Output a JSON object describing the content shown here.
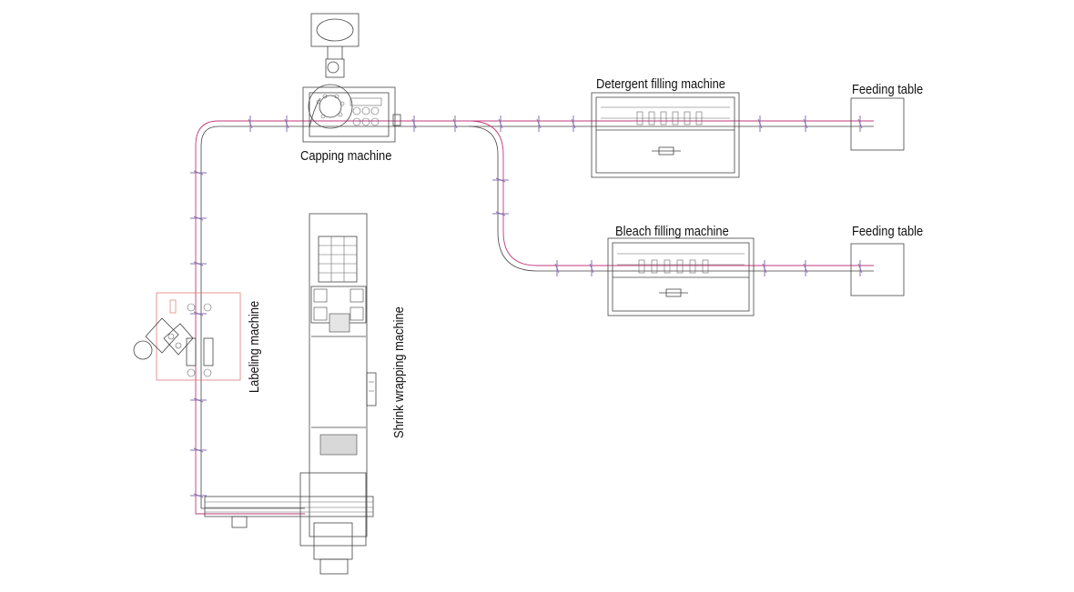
{
  "labels": {
    "detergent_filling": "Detergent filling machine",
    "feeding_table_top": "Feeding table",
    "bleach_filling": "Bleach filling machine",
    "feeding_table_bottom": "Feeding table",
    "capping": "Capping machine",
    "labeling": "Labeling machine",
    "shrink_wrapping": "Shrink  wrapping machine"
  },
  "colors": {
    "line": "#444444",
    "conveyor_edge": "#c23a7a",
    "conveyor_guide": "#8a6fb0",
    "labeler_outline": "#e07a7a"
  }
}
